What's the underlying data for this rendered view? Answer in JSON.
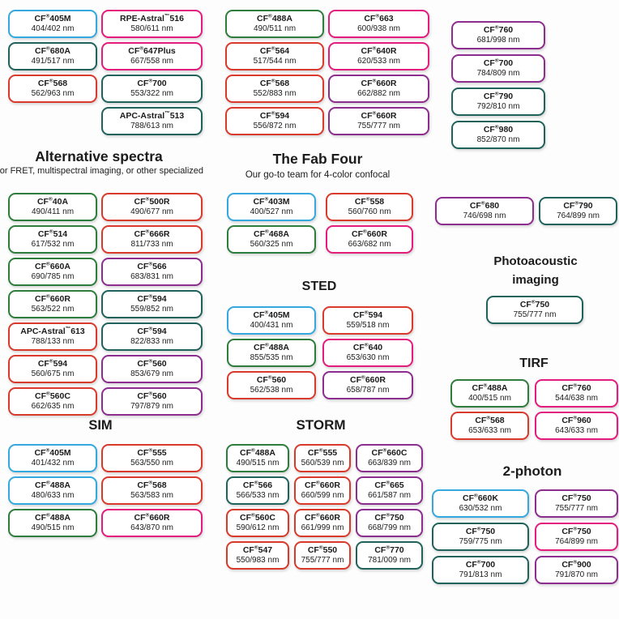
{
  "palette": {
    "blue": "#35A8E0",
    "green": "#2E7D3C",
    "red": "#D93A2C",
    "pink": "#E31C7E",
    "purple": "#8D2D8F",
    "teal": "#1F635C"
  },
  "chart_data": {
    "type": "table",
    "legend": "Rounded badges list CF dye names with excitation/emission wavelengths (nm); border color indicates dye family",
    "groups": {
      "top_col1": {
        "label": "",
        "dyes": [
          {
            "name": "CF®405M",
            "ex_em": "404/402 nm",
            "color": "blue"
          },
          {
            "name": "CF®680A",
            "ex_em": "491/517 nm",
            "color": "teal"
          },
          {
            "name": "CF®568",
            "ex_em": "562/963 nm",
            "color": "red"
          }
        ]
      },
      "top_col2": {
        "label": "",
        "dyes": [
          {
            "name": "RPE-Astral™516",
            "ex_em": "580/611 nm",
            "color": "pink"
          },
          {
            "name": "CF®647Plus",
            "ex_em": "667/558 nm",
            "color": "pink"
          },
          {
            "name": "CF®700",
            "ex_em": "553/322 nm",
            "color": "teal"
          },
          {
            "name": "APC-Astral™513",
            "ex_em": "788/613 nm",
            "color": "teal"
          }
        ]
      },
      "top_col3": {
        "label": "",
        "dyes": [
          {
            "name": "CF®488A",
            "ex_em": "490/511 nm",
            "color": "green"
          },
          {
            "name": "CF®564",
            "ex_em": "517/544 nm",
            "color": "red"
          },
          {
            "name": "CF®568",
            "ex_em": "552/883 nm",
            "color": "red"
          },
          {
            "name": "CF®594",
            "ex_em": "556/872 nm",
            "color": "red"
          }
        ]
      },
      "top_col4": {
        "label": "",
        "dyes": [
          {
            "name": "CF®663",
            "ex_em": "600/938 nm",
            "color": "pink"
          },
          {
            "name": "CF®640R",
            "ex_em": "620/533 nm",
            "color": "pink"
          },
          {
            "name": "CF®660R",
            "ex_em": "662/882 nm",
            "color": "purple"
          },
          {
            "name": "CF®660R",
            "ex_em": "755/777 nm",
            "color": "purple"
          }
        ]
      },
      "top_col5": {
        "label": "",
        "dyes": [
          {
            "name": "CF®760",
            "ex_em": "681/998 nm",
            "color": "purple"
          },
          {
            "name": "CF®700",
            "ex_em": "784/809 nm",
            "color": "purple"
          },
          {
            "name": "CF®790",
            "ex_em": "792/810 nm",
            "color": "teal"
          },
          {
            "name": "CF®980",
            "ex_em": "852/870 nm",
            "color": "teal"
          }
        ]
      },
      "alternative_spectra": {
        "label": "Alternative spectra",
        "sublabel": "For FRET, multispectral imaging, or other specialized",
        "dyes": [
          {
            "name": "CF®40A",
            "ex_em": "490/411 nm",
            "color": "green"
          },
          {
            "name": "CF®500R",
            "ex_em": "490/677 nm",
            "color": "red"
          },
          {
            "name": "CF®514",
            "ex_em": "617/532 nm",
            "color": "green"
          },
          {
            "name": "CF®666R",
            "ex_em": "811/733 nm",
            "color": "red"
          },
          {
            "name": "CF®660A",
            "ex_em": "690/785 nm",
            "color": "green"
          },
          {
            "name": "CF®566",
            "ex_em": "683/831 nm",
            "color": "purple"
          },
          {
            "name": "CF®660R",
            "ex_em": "563/522 nm",
            "color": "green"
          },
          {
            "name": "CF®594",
            "ex_em": "559/852 nm",
            "color": "teal"
          },
          {
            "name": "APC-Astral™613",
            "ex_em": "788/133 nm",
            "color": "red"
          },
          {
            "name": "CF®594",
            "ex_em": "822/833 nm",
            "color": "teal"
          },
          {
            "name": "CF®594",
            "ex_em": "560/675 nm",
            "color": "red"
          },
          {
            "name": "CF®560",
            "ex_em": "853/679 nm",
            "color": "purple"
          },
          {
            "name": "CF®560C",
            "ex_em": "662/635 nm",
            "color": "red"
          },
          {
            "name": "CF®560",
            "ex_em": "797/879 nm",
            "color": "purple"
          }
        ]
      },
      "fab_four": {
        "label": "The Fab Four",
        "sublabel": "Our go-to team for 4-color confocal",
        "dyes": [
          {
            "name": "CF®403M",
            "ex_em": "400/527 nm",
            "color": "blue"
          },
          {
            "name": "CF®558",
            "ex_em": "560/760 nm",
            "color": "red"
          },
          {
            "name": "CF®468A",
            "ex_em": "560/325 nm",
            "color": "green"
          },
          {
            "name": "CF®660R",
            "ex_em": "663/682 nm",
            "color": "pink"
          }
        ]
      },
      "near_ir_pair": {
        "label": "",
        "dyes": [
          {
            "name": "CF®680",
            "ex_em": "746/698 nm",
            "color": "purple"
          },
          {
            "name": "CF®790",
            "ex_em": "764/899 nm",
            "color": "teal"
          }
        ]
      },
      "photoacoustic": {
        "label": "Photoacoustic imaging",
        "dyes": [
          {
            "name": "CF®750",
            "ex_em": "755/777 nm",
            "color": "teal"
          }
        ]
      },
      "sted": {
        "label": "STED",
        "dyes": [
          {
            "name": "CF®405M",
            "ex_em": "400/431 nm",
            "color": "blue"
          },
          {
            "name": "CF®594",
            "ex_em": "559/518 nm",
            "color": "red"
          },
          {
            "name": "CF®488A",
            "ex_em": "855/535 nm",
            "color": "green"
          },
          {
            "name": "CF®640",
            "ex_em": "653/630 nm",
            "color": "pink"
          },
          {
            "name": "CF®560",
            "ex_em": "562/538 nm",
            "color": "red"
          },
          {
            "name": "CF®660R",
            "ex_em": "658/787 nm",
            "color": "purple"
          }
        ]
      },
      "tirf": {
        "label": "TIRF",
        "dyes": [
          {
            "name": "CF®488A",
            "ex_em": "400/515 nm",
            "color": "green"
          },
          {
            "name": "CF®760",
            "ex_em": "544/638 nm",
            "color": "pink"
          },
          {
            "name": "CF®568",
            "ex_em": "653/633 nm",
            "color": "red"
          },
          {
            "name": "CF®960",
            "ex_em": "643/633 nm",
            "color": "pink"
          }
        ]
      },
      "sim": {
        "label": "SIM",
        "dyes": [
          {
            "name": "CF®405M",
            "ex_em": "401/432 nm",
            "color": "blue"
          },
          {
            "name": "CF®555",
            "ex_em": "563/550 nm",
            "color": "red"
          },
          {
            "name": "CF®488A",
            "ex_em": "480/633 nm",
            "color": "blue"
          },
          {
            "name": "CF®568",
            "ex_em": "563/583 nm",
            "color": "red"
          },
          {
            "name": "CF®488A",
            "ex_em": "490/515 nm",
            "color": "green"
          },
          {
            "name": "CF®660R",
            "ex_em": "643/870 nm",
            "color": "pink"
          }
        ]
      },
      "storm": {
        "label": "STORM",
        "dyes": [
          {
            "name": "CF®488A",
            "ex_em": "490/515 nm",
            "color": "green"
          },
          {
            "name": "CF®555",
            "ex_em": "560/539 nm",
            "color": "red"
          },
          {
            "name": "CF®660C",
            "ex_em": "663/839 nm",
            "color": "purple"
          },
          {
            "name": "CF®566",
            "ex_em": "566/533 nm",
            "color": "teal"
          },
          {
            "name": "CF®660R",
            "ex_em": "660/599 nm",
            "color": "red"
          },
          {
            "name": "CF®665",
            "ex_em": "661/587 nm",
            "color": "purple"
          },
          {
            "name": "CF®560C",
            "ex_em": "590/612 nm",
            "color": "red"
          },
          {
            "name": "CF®660R",
            "ex_em": "661/999 nm",
            "color": "red"
          },
          {
            "name": "CF®750",
            "ex_em": "668/799 nm",
            "color": "purple"
          },
          {
            "name": "CF®547",
            "ex_em": "550/983 nm",
            "color": "red"
          },
          {
            "name": "CF®550",
            "ex_em": "755/777 nm",
            "color": "red"
          },
          {
            "name": "CF®770",
            "ex_em": "781/009 nm",
            "color": "teal"
          }
        ]
      },
      "two_photon": {
        "label": "2-photon",
        "dyes": [
          {
            "name": "CF®660K",
            "ex_em": "630/532 nm",
            "color": "blue"
          },
          {
            "name": "CF®750",
            "ex_em": "755/777 nm",
            "color": "purple"
          },
          {
            "name": "CF®750",
            "ex_em": "759/775 nm",
            "color": "teal"
          },
          {
            "name": "CF®750",
            "ex_em": "764/899 nm",
            "color": "pink"
          },
          {
            "name": "CF®700",
            "ex_em": "791/813 nm",
            "color": "teal"
          },
          {
            "name": "CF®900",
            "ex_em": "791/870 nm",
            "color": "purple"
          }
        ]
      }
    }
  }
}
